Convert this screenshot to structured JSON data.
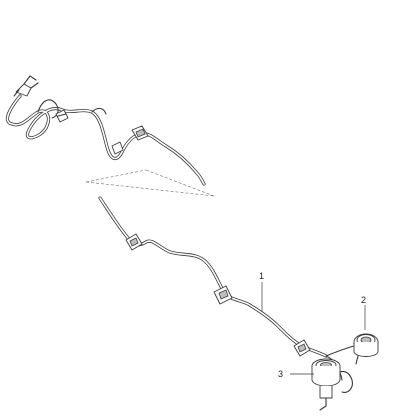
{
  "callouts": [
    {
      "id": "1",
      "label": "1"
    },
    {
      "id": "2",
      "label": "2"
    },
    {
      "id": "3",
      "label": "3"
    }
  ],
  "colors": {
    "line": "#3a3a3a",
    "background": "#ffffff"
  }
}
